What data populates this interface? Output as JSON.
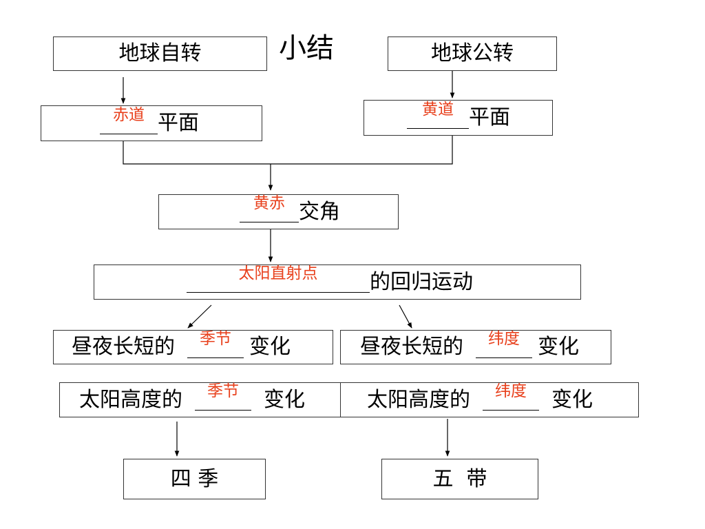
{
  "title": "小结",
  "rotation": {
    "label": "地球自转",
    "plane_fill": "赤道",
    "plane_suffix": "平面"
  },
  "revolution": {
    "label": "地球公转",
    "plane_fill": "黄道",
    "plane_suffix": "平面"
  },
  "obliquity": {
    "fill": "黄赤",
    "suffix": "交角"
  },
  "migration": {
    "fill": "太阳直射点",
    "suffix": "的回归运动"
  },
  "left_branch": {
    "daylength": {
      "prefix": "昼夜长短的",
      "fill": "季节",
      "suffix": "变化"
    },
    "sun_height": {
      "prefix": "太阳高度的",
      "fill": "季节",
      "suffix": "变化"
    },
    "result": "四 季"
  },
  "right_branch": {
    "daylength": {
      "prefix": "昼夜长短的",
      "fill": "纬度",
      "suffix": "变化"
    },
    "sun_height": {
      "prefix": "太阳高度的",
      "fill": "纬度",
      "suffix": "变化"
    },
    "result": "五  带"
  },
  "colors": {
    "fill_text": "#e8401c",
    "border": "#333333",
    "background": "#ffffff"
  }
}
